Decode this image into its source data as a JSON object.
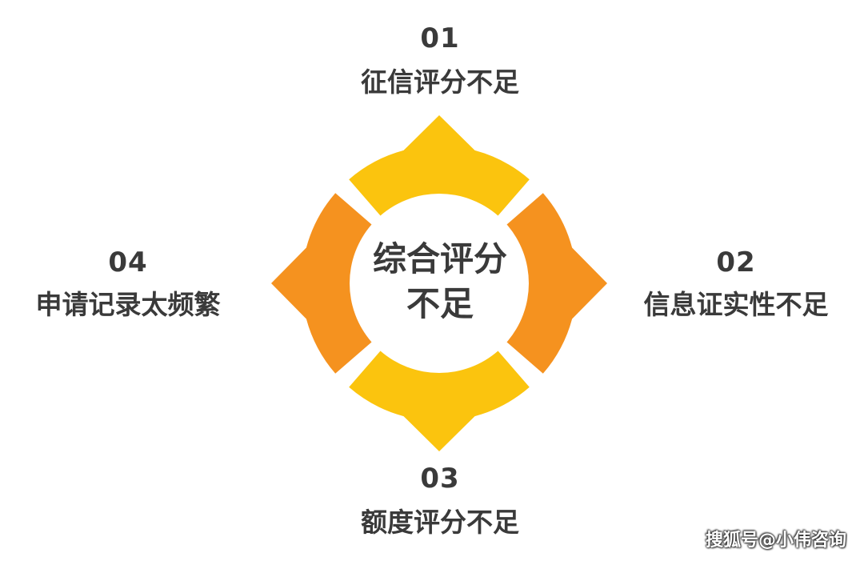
{
  "center": {
    "line1": "综合评分",
    "line2": "不足"
  },
  "items": [
    {
      "number": "01",
      "text": "征信评分不足"
    },
    {
      "number": "02",
      "text": "信息证实性不足"
    },
    {
      "number": "03",
      "text": "额度评分不足"
    },
    {
      "number": "04",
      "text": "申请记录太频繁"
    }
  ],
  "colors": {
    "yellow": "#FBC40E",
    "orange": "#F5921F",
    "text": "#3A3A3A"
  },
  "watermark": "搜狐号@小伟咨询"
}
